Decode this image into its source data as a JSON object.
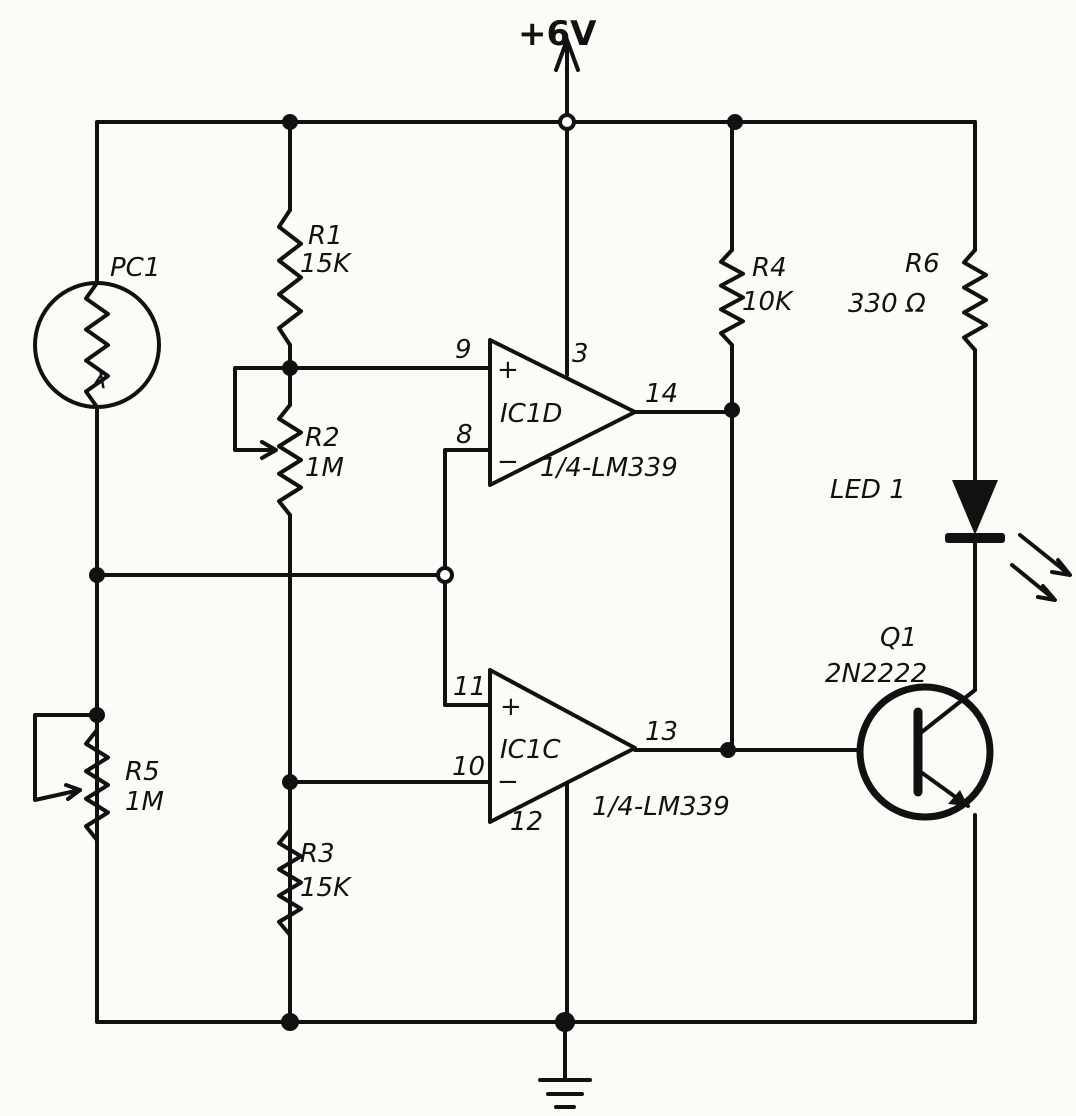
{
  "supply": "+6V",
  "components": {
    "pc1": {
      "ref": "PC1",
      "symbol": "λ"
    },
    "r1": {
      "ref": "R1",
      "value": "15K"
    },
    "r2": {
      "ref": "R2",
      "value": "1M"
    },
    "r3": {
      "ref": "R3",
      "value": "15K"
    },
    "r4": {
      "ref": "R4",
      "value": "10K"
    },
    "r5": {
      "ref": "R5",
      "value": "1M"
    },
    "r6": {
      "ref": "R6",
      "value": "330 Ω"
    },
    "ic1d": {
      "ref": "IC1D",
      "part": "1/4-LM339",
      "pins": {
        "plus": "9",
        "minus": "8",
        "vcc": "3",
        "out": "14"
      }
    },
    "ic1c": {
      "ref": "IC1C",
      "part": "1/4-LM339",
      "pins": {
        "plus": "11",
        "minus": "10",
        "gnd": "12",
        "out": "13"
      }
    },
    "led1": {
      "ref": "LED 1"
    },
    "q1": {
      "ref": "Q1",
      "part": "2N2222"
    }
  }
}
